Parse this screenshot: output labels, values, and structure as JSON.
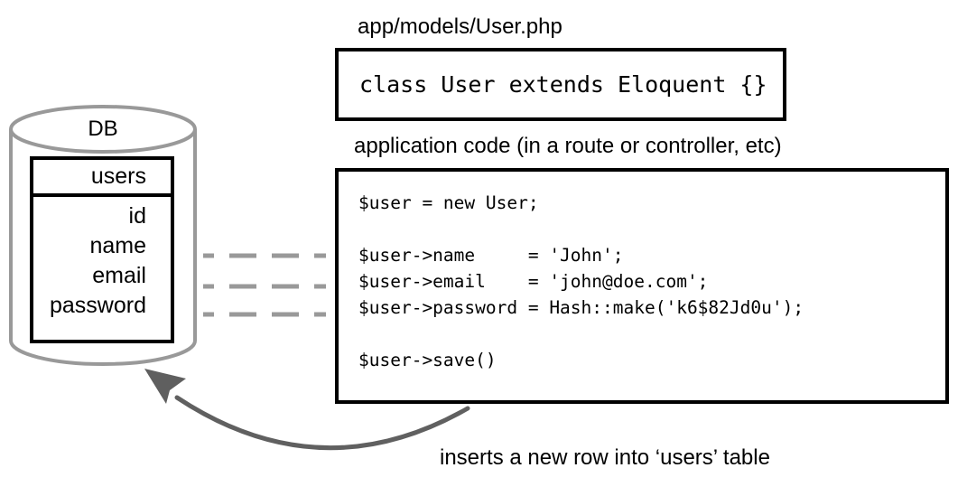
{
  "labels": {
    "model_file": "app/models/User.php",
    "app_code": "application code (in a route or controller, etc)",
    "arrow_caption": "inserts a new row into ‘users’ table"
  },
  "model_box": {
    "code": "class User extends Eloquent {}"
  },
  "code_box": {
    "code": "$user = new User;\n\n$user->name     = 'John';\n$user->email    = 'john@doe.com';\n$user->password = Hash::make('k6$82Jd0u');\n\n$user->save()"
  },
  "database": {
    "label": "DB",
    "table": {
      "title": "users",
      "fields": [
        "id",
        "name",
        "email",
        "password"
      ]
    }
  },
  "colors": {
    "box_border": "#000000",
    "cylinder_stroke": "#999999",
    "dash_stroke": "#999999",
    "arrow_stroke": "#606060",
    "text": "#000000",
    "background": "#ffffff"
  }
}
